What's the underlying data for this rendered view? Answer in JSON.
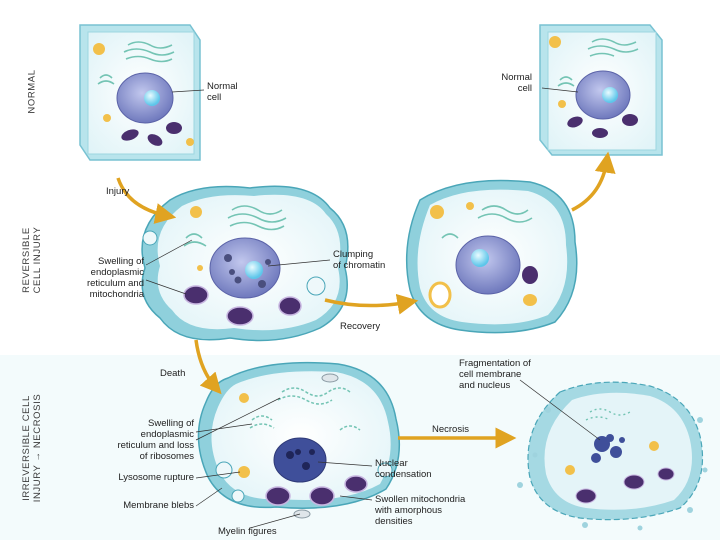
{
  "sections": {
    "normal": "NORMAL",
    "reversible": [
      "REVERSIBLE",
      "CELL INJURY"
    ],
    "irreversible": [
      "IRREVERSIBLE CELL",
      "INJURY → NECROSIS"
    ]
  },
  "labels": {
    "normal_cell_1": [
      "Normal",
      "cell"
    ],
    "normal_cell_2": [
      "Normal",
      "cell"
    ],
    "injury": "Injury",
    "swelling_er_mito": [
      "Swelling of",
      "endoplasmic",
      "reticulum and",
      "mitochondria"
    ],
    "clumping": [
      "Clumping",
      "of chromatin"
    ],
    "recovery": "Recovery",
    "death": "Death",
    "fragmentation": [
      "Fragmentation of",
      "cell membrane",
      "and nucleus"
    ],
    "swelling_er_ribo": [
      "Swelling of",
      "endoplasmic",
      "reticulum and loss",
      "of ribosomes"
    ],
    "lysosome": "Lysosome rupture",
    "blebs": "Membrane blebs",
    "myelin": "Myelin figures",
    "necrosis": "Necrosis",
    "nuclear_condensation": [
      "Nuclear",
      "condensation"
    ],
    "swollen_mito": [
      "Swollen mitochondria",
      "with amorphous",
      "densities"
    ]
  },
  "colors": {
    "membrane": "#8fd0dc",
    "membrane_dark": "#4aa6b8",
    "cytoplasm": "#eef8fa",
    "nucleus": "#7c86c6",
    "nucleolus": "#7fd6ef",
    "mitochondria": "#4a2f6e",
    "lipid": "#f2c04a",
    "arrow": "#e0a321",
    "band_bg": "#f3fbfc"
  }
}
